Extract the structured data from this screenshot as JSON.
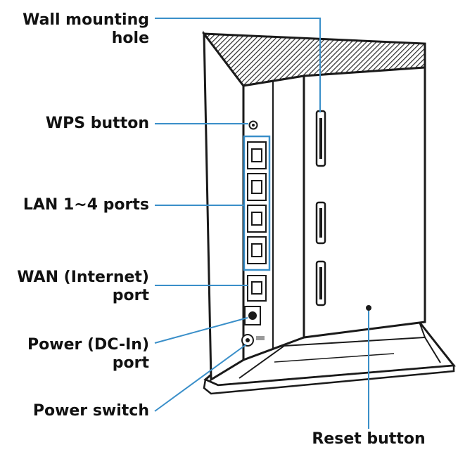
{
  "callouts": {
    "wall_mounting_hole": {
      "line1": "Wall mounting",
      "line2": "hole"
    },
    "wps_button": {
      "line1": "WPS button"
    },
    "lan_ports": {
      "line1": "LAN 1~4 ports"
    },
    "wan_port": {
      "line1": "WAN (Internet)",
      "line2": "port"
    },
    "power_dc_in": {
      "line1": "Power (DC-In)",
      "line2": "port"
    },
    "power_switch": {
      "line1": "Power switch"
    },
    "reset_button": {
      "line1": "Reset button"
    }
  },
  "colors": {
    "leader_line": "#3a8fc9",
    "highlight_box": "#3a8fc9",
    "outline": "#1a1a1a",
    "text": "#111111"
  }
}
